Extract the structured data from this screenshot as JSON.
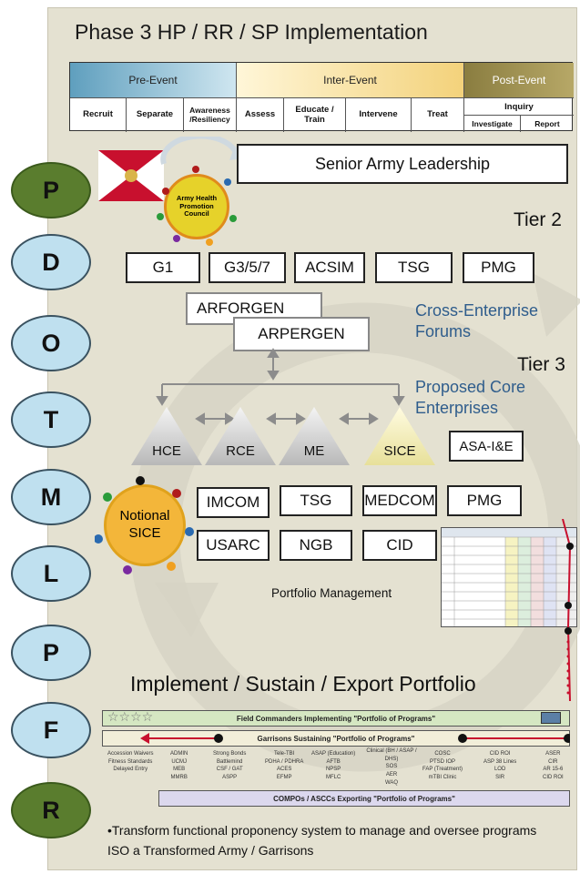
{
  "title": "Phase 3  HP / RR / SP Implementation",
  "phases": {
    "pre": "Pre-Event",
    "inter": "Inter-Event",
    "post": "Post-Event",
    "steps": [
      "Recruit",
      "Separate",
      "Awareness /Resiliency",
      "Assess",
      "Educate / Train",
      "Intervene",
      "Treat"
    ],
    "inquiry": "Inquiry",
    "inquiry_steps": [
      "Investigate",
      "Report"
    ]
  },
  "dotmlpf": [
    "P",
    "D",
    "O",
    "T",
    "M",
    "L",
    "P",
    "F",
    "R"
  ],
  "senior_leadership": "Senior Army Leadership",
  "council": "Army Health Promotion Council",
  "tier2": "Tier 2",
  "tier3": "Tier 3",
  "tier2_boxes": [
    "G1",
    "G3/5/7",
    "ACSIM",
    "TSG",
    "PMG"
  ],
  "arforgen": "ARFORGEN",
  "arpergen": "ARPERGEN",
  "cross_enterprise": "Cross-Enterprise Forums",
  "proposed": "Proposed Core Enterprises",
  "enterprises": [
    "HCE",
    "RCE",
    "ME",
    "SICE"
  ],
  "asa": "ASA-I&E",
  "notional": "Notional SICE",
  "sice_boxes": [
    "IMCOM",
    "TSG",
    "MEDCOM",
    "PMG",
    "USARC",
    "NGB",
    "CID"
  ],
  "portfolio_mgmt": "Portfolio Management",
  "implement_title": "Implement / Sustain / Export Portfolio",
  "field_cmd": "Field Commanders Implementing \"Portfolio of Programs\"",
  "garrisons": "Garrisons Sustaining \"Portfolio of Programs\"",
  "compos": "COMPOs / ASCCs Exporting \"Portfolio of Programs\"",
  "programs": [
    [
      "Accession Waivers",
      "Fitness Standards",
      "Delayed Entry"
    ],
    [
      "ADMIN",
      "UCMJ",
      "MEB",
      "MMRB"
    ],
    [
      "Strong Bonds",
      "Battlemind",
      "CSF / GAT",
      "ASPP"
    ],
    [
      "Tele-TBI",
      "PDHA / PDHRA",
      "ACES",
      "EFMP"
    ],
    [
      "ASAP (Education)",
      "AFTB",
      "NPSP",
      "MFLC"
    ],
    [
      "Clinical (BH / ASAP / DHS)",
      "SOS",
      "AER",
      "WAQ"
    ],
    [
      "COSC",
      "PTSD IOP",
      "FAP (Treatment)",
      "mTBI Clinic"
    ],
    [
      "CID ROI",
      "ASP 38 Lines",
      "LOD",
      "SIR"
    ],
    [
      "ASER",
      "CIR",
      "AR 15-6",
      "CID ROI"
    ]
  ],
  "bullet": "•Transform functional proponency system to manage and oversee programs ISO a Transformed Army / Garrisons",
  "colors": {
    "green": "#5a7d2e",
    "blue": "#bfe0ef",
    "crossblue": "#2f5d8c",
    "pre": "#7fb3cc",
    "inter": "#f7dd8a",
    "post": "#9a8a48",
    "flag": "#c8102e"
  }
}
